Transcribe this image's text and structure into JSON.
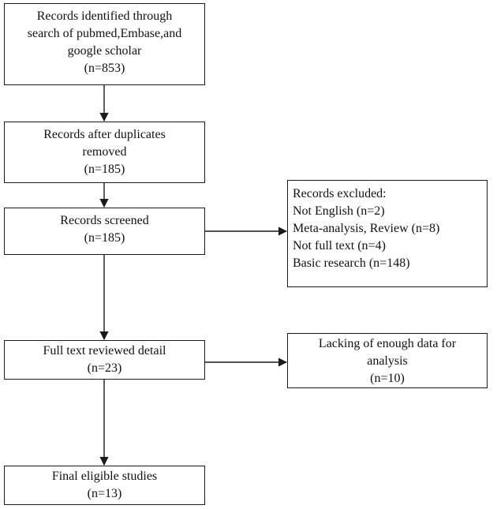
{
  "flow": {
    "identified": {
      "lines": [
        "Records identified through",
        "search of pubmed,Embase,and",
        "google scholar",
        "(n=853)"
      ]
    },
    "after_duplicates": {
      "lines": [
        "Records after duplicates",
        "removed",
        "(n=185)"
      ]
    },
    "screened": {
      "lines": [
        "Records screened",
        "(n=185)"
      ]
    },
    "full_text": {
      "lines": [
        "Full text reviewed detail",
        "(n=23)"
      ]
    },
    "final": {
      "lines": [
        "Final eligible studies",
        "(n=13)"
      ]
    },
    "excluded": {
      "lines": [
        "Records excluded:",
        "Not English (n=2)",
        "Meta-analysis, Review (n=8)",
        "Not full text (n=4)",
        "Basic research (n=148)"
      ]
    },
    "lacking": {
      "lines": [
        "Lacking of enough data for",
        "analysis",
        "(n=10)"
      ]
    }
  }
}
